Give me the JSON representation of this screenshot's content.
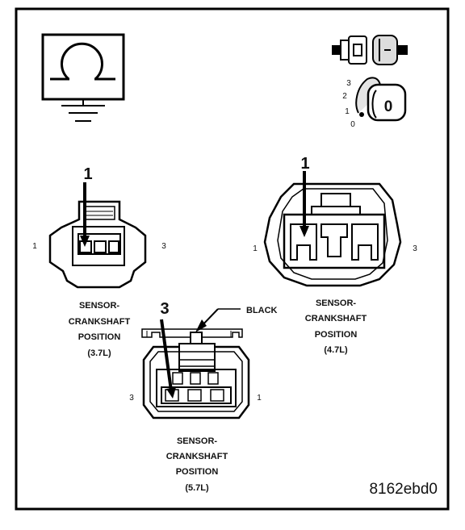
{
  "connectors": {
    "c37": {
      "callout": "1",
      "pin_left": "1",
      "pin_right": "3",
      "label": [
        "SENSOR-",
        "CRANKSHAFT",
        "POSITION",
        "(3.7L)"
      ]
    },
    "c47": {
      "callout": "1",
      "pin_left": "1",
      "pin_right": "3",
      "label": [
        "SENSOR-",
        "CRANKSHAFT",
        "POSITION",
        "(4.7L)"
      ]
    },
    "c57": {
      "callout": "3",
      "pin_left": "3",
      "pin_right": "1",
      "color_label": "BLACK",
      "label": [
        "SENSOR-",
        "CRANKSHAFT",
        "POSITION",
        "(5.7L)"
      ]
    }
  },
  "ignition": {
    "positions": [
      "3",
      "2",
      "1",
      "0"
    ],
    "key_text": "0"
  },
  "figure_id": "8162ebd0"
}
